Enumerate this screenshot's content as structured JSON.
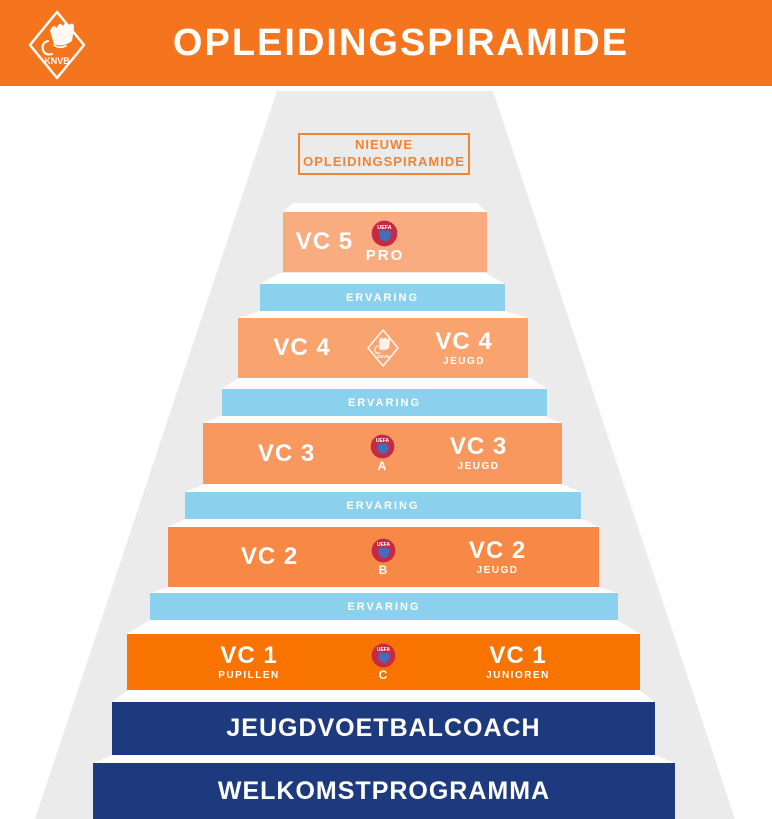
{
  "header": {
    "title": "OPLEIDINGSPIRAMIDE",
    "logo_text": "KNVB"
  },
  "pyramid_label": {
    "line1": "NIEUWE",
    "line2": "OPLEIDINGSPIRAMIDE"
  },
  "badges": {
    "uefa_text": "UEFA"
  },
  "levels": {
    "vc5": {
      "name": "VC 5",
      "badge_caption": "PRO"
    },
    "ervaring": "ERVARING",
    "vc4": {
      "left": "VC 4",
      "right": "VC 4",
      "right_sub": "JEUGD"
    },
    "vc3": {
      "left": "VC 3",
      "badge_caption": "A",
      "right": "VC 3",
      "right_sub": "JEUGD"
    },
    "vc2": {
      "left": "VC 2",
      "badge_caption": "B",
      "right": "VC 2",
      "right_sub": "JEUGD"
    },
    "vc1": {
      "left": "VC 1",
      "left_sub": "PUPILLEN",
      "badge_caption": "C",
      "right": "VC 1",
      "right_sub": "JUNIOREN"
    },
    "jeugdvoetbalcoach": "JEUGDVOETBALCOACH",
    "welkomstprogramma": "WELKOMSTPROGRAMMA"
  },
  "colors": {
    "header_orange": "#F4751D",
    "vc5": "#F9AC80",
    "vc4": "#F9A36E",
    "vc3": "#F8985E",
    "vc2": "#F78845",
    "vc1": "#F87300",
    "ervaring_blue": "#8BD1ED",
    "navy": "#1E3A7E",
    "pyramid_gray": "#EBEBEC",
    "label_orange": "#EE8434",
    "uefa_red": "#C42A44",
    "uefa_blue": "#3F6FBF"
  }
}
